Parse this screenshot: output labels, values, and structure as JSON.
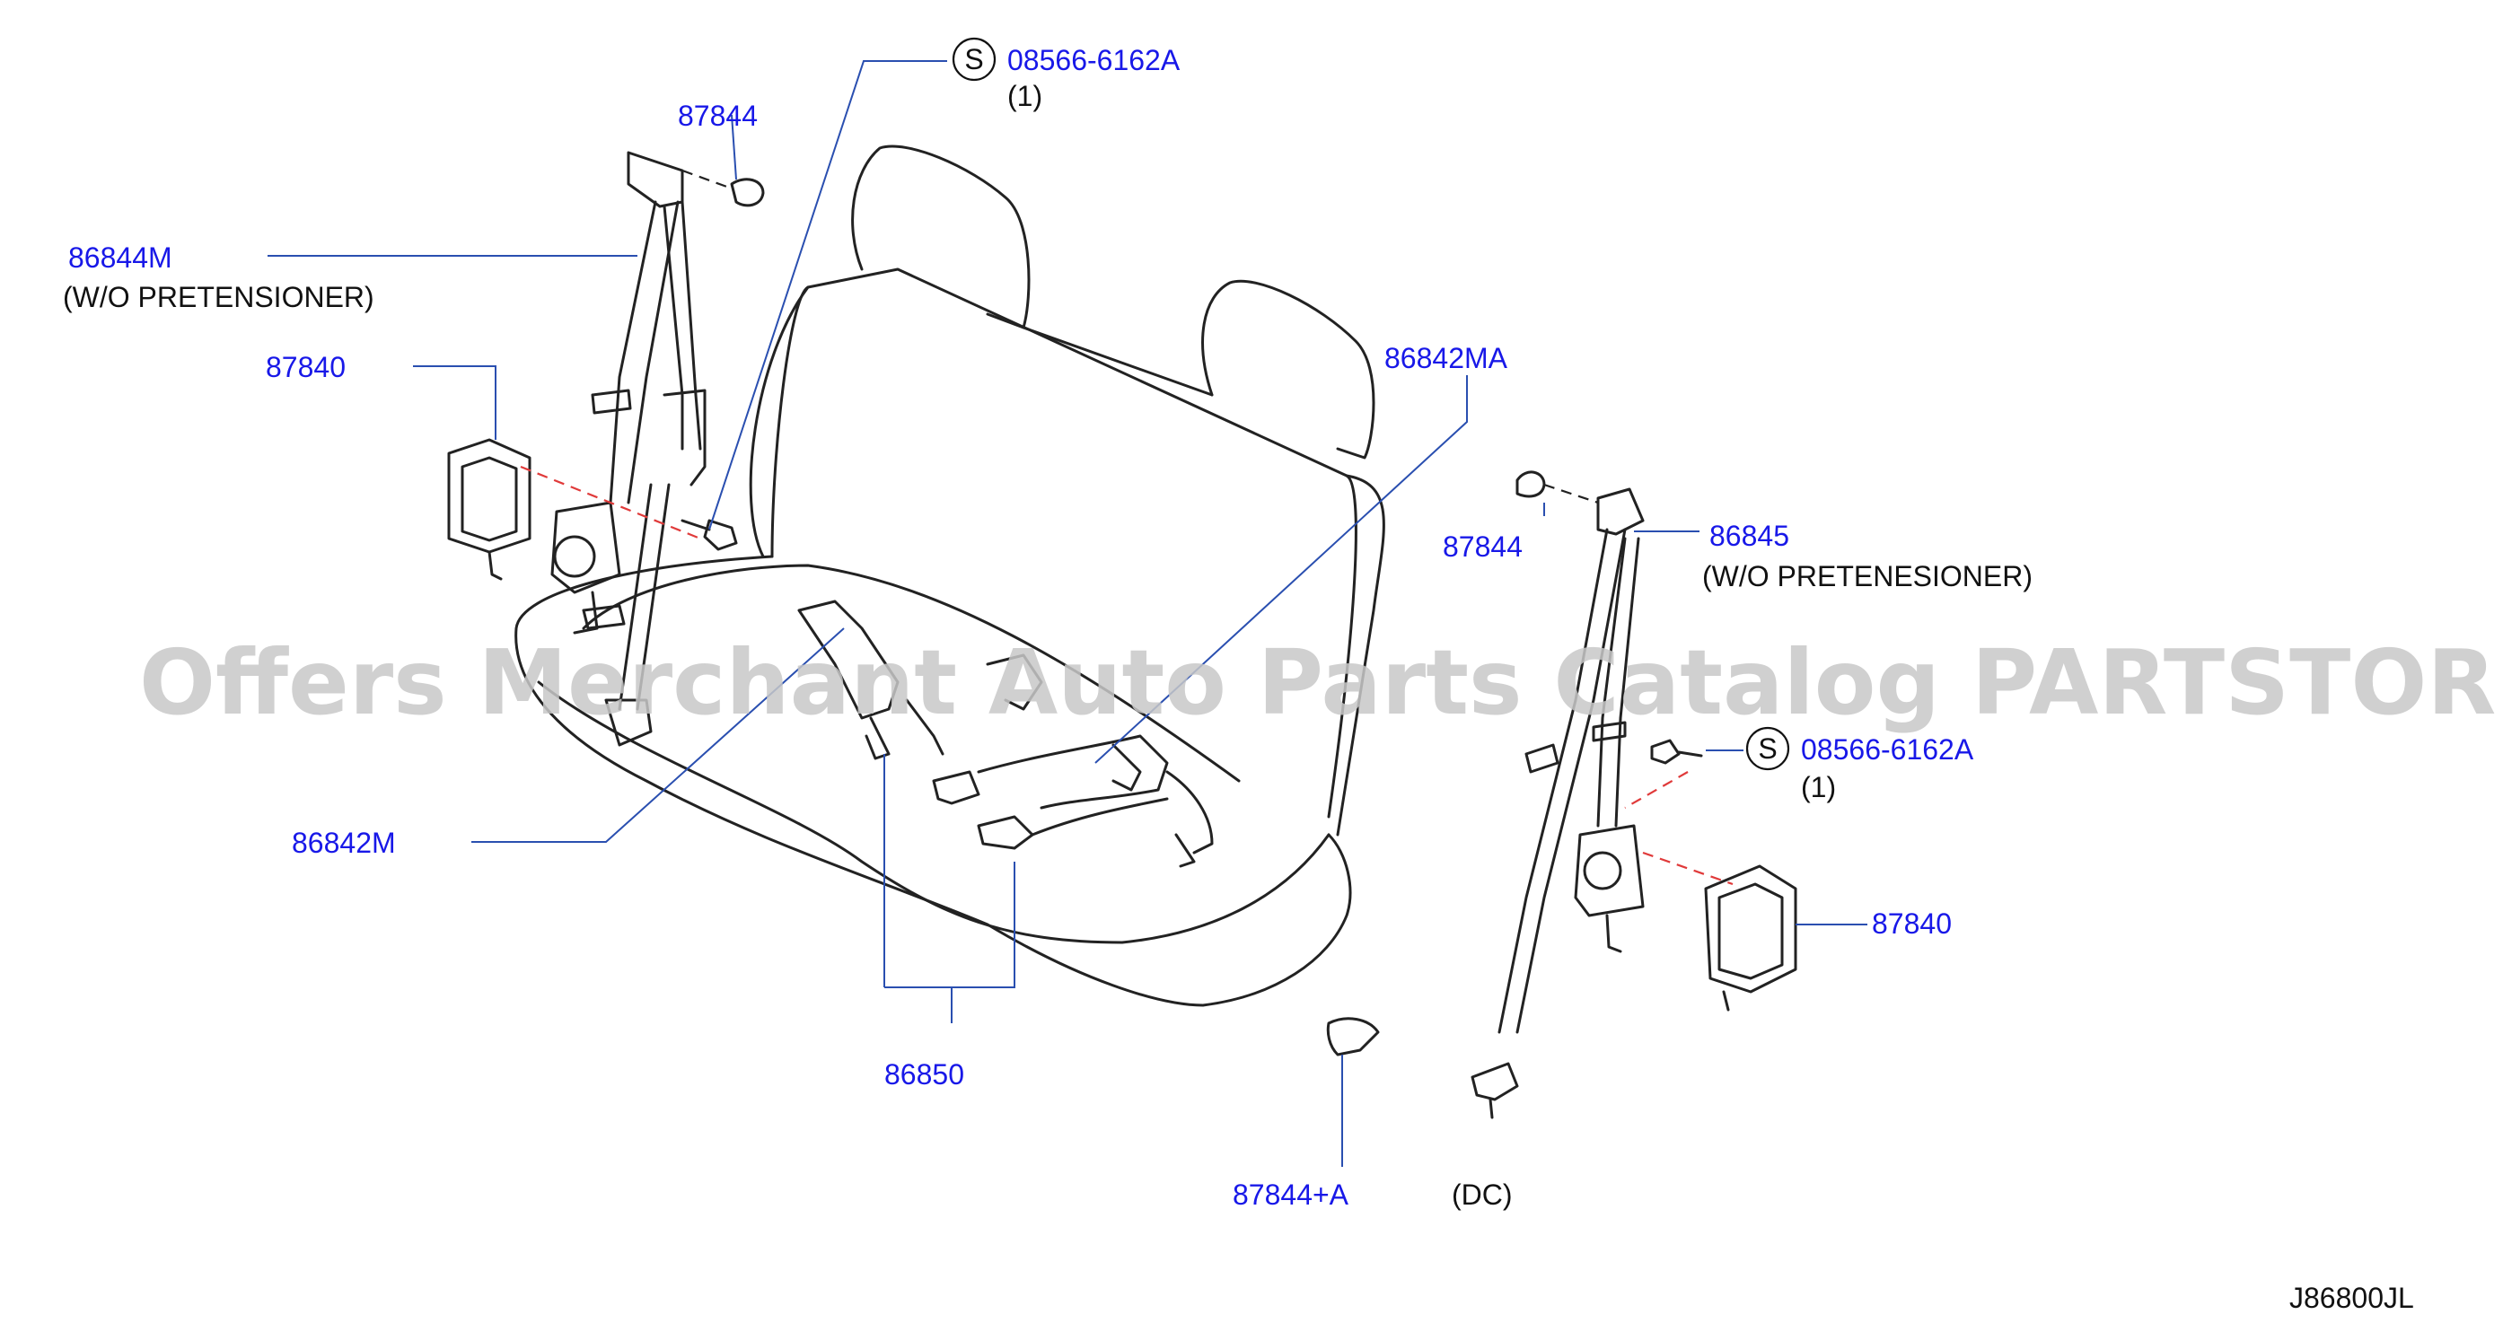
{
  "diagram_id": "J86800JL",
  "watermark": "Offers Merchant Auto Parts Catalog PARTSTORE.SA",
  "labels": {
    "bolt_top": {
      "symbol": "S",
      "part": "08566-6162A",
      "qty": "(1)"
    },
    "bolt_right": {
      "symbol": "S",
      "part": "08566-6162A",
      "qty": "(1)"
    },
    "cap_left": "87844",
    "belt_left": "86844M",
    "belt_left_note": "(W/O   PRETENSIONER)",
    "cover_left": "87840",
    "buckle_center": "86842MA",
    "cap_right": "87844",
    "belt_right": "86845",
    "belt_right_note": "(W/O   PRETENESIONER)",
    "cover_right": "87840",
    "buckle_left": "86842M",
    "buckle_assy": "86850",
    "cap_a": "87844+A",
    "cap_a_note": "(DC)"
  },
  "colors": {
    "label": "#1818e8",
    "leader": "#2a4fb0",
    "dash": "#e03a3a"
  }
}
